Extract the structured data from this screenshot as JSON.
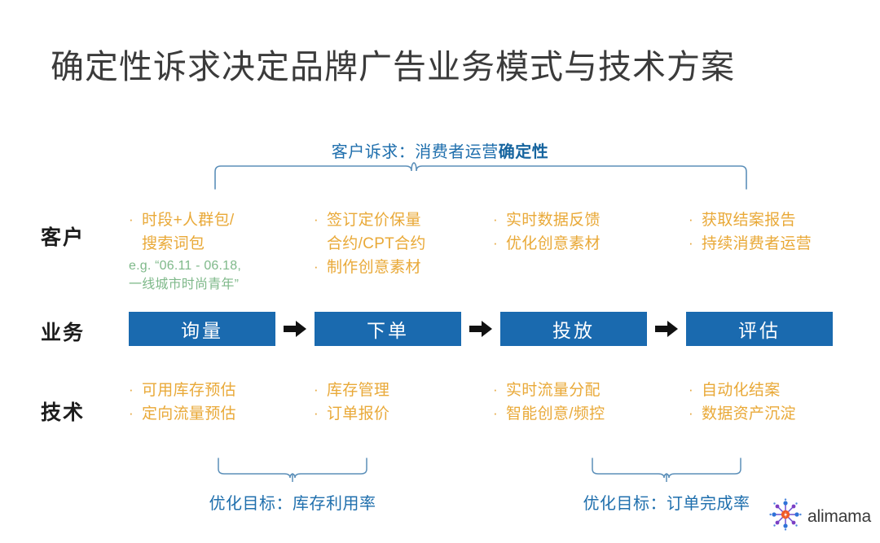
{
  "slide": {
    "title": "确定性诉求决定品牌广告业务模式与技术方案",
    "demand_caption_prefix": "客户诉求：消费者运营",
    "demand_caption_strong": "确定性"
  },
  "rows": {
    "customer_label": "客户",
    "business_label": "业务",
    "tech_label": "技术"
  },
  "customer": {
    "col1": {
      "bullets": [
        "时段+人群包/",
        "搜索词包"
      ],
      "note_line1": "e.g. “06.11 - 06.18,",
      "note_line2": "一线城市时尚青年”"
    },
    "col2": {
      "bullets": [
        "签订定价保量",
        "合约/CPT合约",
        "制作创意素材"
      ]
    },
    "col3": {
      "bullets": [
        "实时数据反馈",
        "优化创意素材"
      ]
    },
    "col4": {
      "bullets": [
        "获取结案报告",
        "持续消费者运营"
      ]
    }
  },
  "business": {
    "steps": [
      "询量",
      "下单",
      "投放",
      "评估"
    ],
    "arrow_glyph": "➡"
  },
  "tech": {
    "col1": {
      "bullets": [
        "可用库存预估",
        "定向流量预估"
      ]
    },
    "col2": {
      "bullets": [
        "库存管理",
        "订单报价"
      ]
    },
    "col3": {
      "bullets": [
        "实时流量分配",
        "智能创意/频控"
      ]
    },
    "col4": {
      "bullets": [
        "自动化结案",
        "数据资产沉淀"
      ]
    }
  },
  "goals": {
    "left": "优化目标：库存利用率",
    "right": "优化目标：订单完成率"
  },
  "logo": {
    "wordmark": "alimama"
  },
  "colors": {
    "title": "#3b3b3b",
    "blue_box": "#1A6AAF",
    "blue_text": "#1f6fad",
    "orange_text": "#e9a938",
    "green_note": "#7fb98a",
    "brace_stroke": "#5b8fb9"
  }
}
